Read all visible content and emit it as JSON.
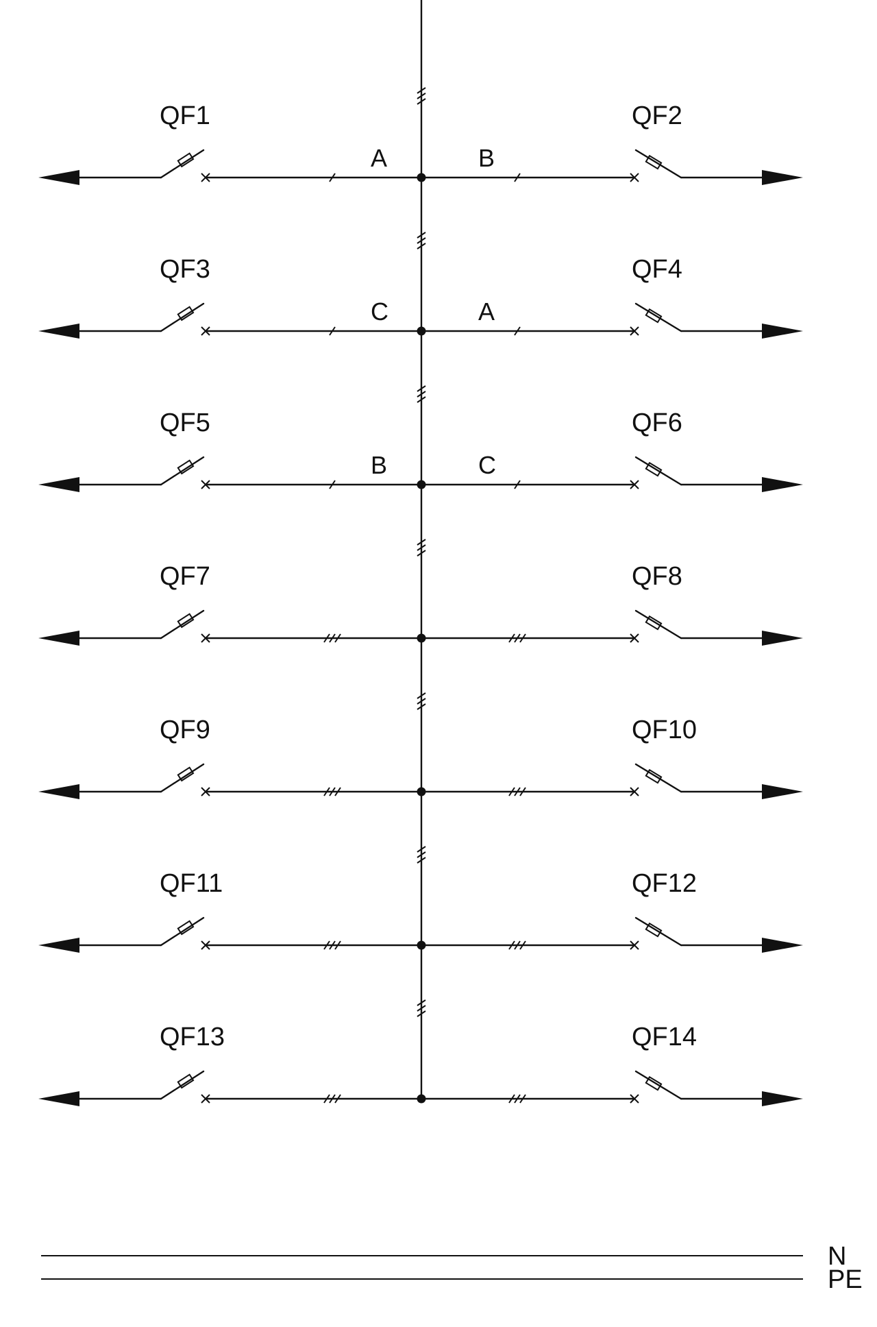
{
  "diagram": {
    "rows": [
      {
        "left": {
          "breaker": "QF1",
          "phase": "A",
          "conductors": 1
        },
        "right": {
          "breaker": "QF2",
          "phase": "B",
          "conductors": 1
        }
      },
      {
        "left": {
          "breaker": "QF3",
          "phase": "C",
          "conductors": 1
        },
        "right": {
          "breaker": "QF4",
          "phase": "A",
          "conductors": 1
        }
      },
      {
        "left": {
          "breaker": "QF5",
          "phase": "B",
          "conductors": 1
        },
        "right": {
          "breaker": "QF6",
          "phase": "C",
          "conductors": 1
        }
      },
      {
        "left": {
          "breaker": "QF7",
          "phase": "",
          "conductors": 3
        },
        "right": {
          "breaker": "QF8",
          "phase": "",
          "conductors": 3
        }
      },
      {
        "left": {
          "breaker": "QF9",
          "phase": "",
          "conductors": 3
        },
        "right": {
          "breaker": "QF10",
          "phase": "",
          "conductors": 3
        }
      },
      {
        "left": {
          "breaker": "QF11",
          "phase": "",
          "conductors": 3
        },
        "right": {
          "breaker": "QF12",
          "phase": "",
          "conductors": 3
        }
      },
      {
        "left": {
          "breaker": "QF13",
          "phase": "",
          "conductors": 3
        },
        "right": {
          "breaker": "QF14",
          "phase": "",
          "conductors": 3
        }
      }
    ],
    "bus_conductors": 3,
    "bottom_lines": [
      {
        "label": "N"
      },
      {
        "label": "PE"
      }
    ],
    "line_color": "#111111"
  }
}
